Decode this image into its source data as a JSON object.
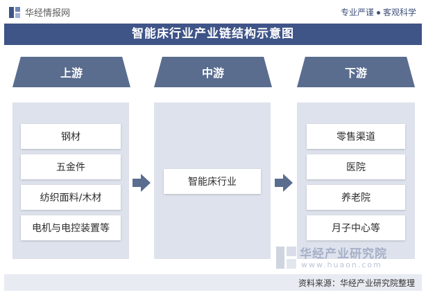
{
  "header": {
    "brand": "华经情报网",
    "slogan_left": "专业严谨",
    "slogan_right": "客观科学"
  },
  "title": "智能床行业产业链结构示意图",
  "stages": [
    {
      "label": "上游",
      "items": [
        "钢材",
        "五金件",
        "纺织面料/木材",
        "电机与电控装置等"
      ]
    },
    {
      "label": "中游",
      "items": [
        "智能床行业"
      ]
    },
    {
      "label": "下游",
      "items": [
        "零售渠道",
        "医院",
        "养老院",
        "月子中心等"
      ]
    }
  ],
  "watermark": {
    "name": "华经产业研究院",
    "url": "www.huaon.com"
  },
  "footer": {
    "source": "资料来源：华经产业研究院整理"
  },
  "colors": {
    "title_band": "#3f5487",
    "stage_header": "#5a6d8f",
    "panel": "#dee2ec",
    "arrow": "#5a6d8f"
  },
  "icons": {
    "logo": "huajing-logo-icon",
    "arrow": "right-arrow-icon"
  }
}
